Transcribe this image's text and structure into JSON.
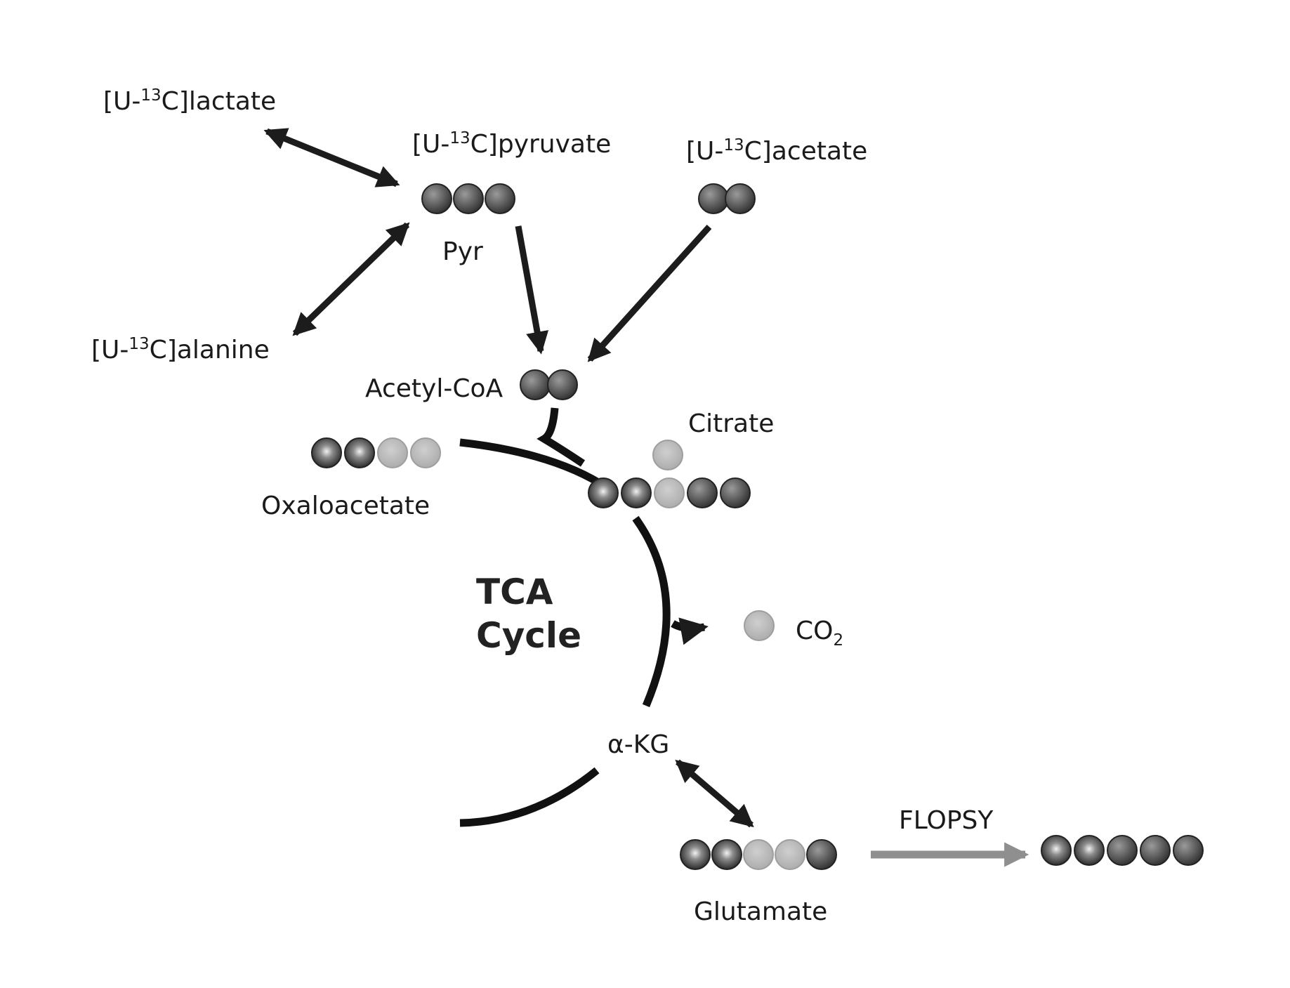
{
  "labels": {
    "lactate": {
      "prefix": "[U-",
      "sup": "13",
      "suffix": "C]lactate"
    },
    "pyruvate": {
      "prefix": "[U-",
      "sup": "13",
      "suffix": "C]pyruvate"
    },
    "acetate": {
      "prefix": "[U-",
      "sup": "13",
      "suffix": "C]acetate"
    },
    "alanine": {
      "prefix": "[U-",
      "sup": "13",
      "suffix": "C]alanine"
    },
    "pyr": "Pyr",
    "acetyl_coa": "Acetyl-CoA",
    "citrate": "Citrate",
    "oxaloacetate": "Oxaloacetate",
    "tca_line1": "TCA",
    "tca_line2": "Cycle",
    "co2_main": "CO",
    "co2_sub": "2",
    "akg": "α-KG",
    "flopsy": "FLOPSY",
    "glutamate": "Glutamate"
  },
  "colors": {
    "labeled_carbon": "#5e5e5e",
    "oaa_carbon": "#909090",
    "unlabeled_carbon": "#bdbdbd",
    "arrow": "#1c1c1c",
    "flopsy_arrow": "#8f8f8f"
  },
  "carbon_groups": {
    "pyruvate": [
      "labeled",
      "labeled",
      "labeled"
    ],
    "acetate": [
      "labeled",
      "labeled"
    ],
    "acetyl_coa": [
      "labeled",
      "labeled"
    ],
    "oxaloacetate": [
      "oaa",
      "oaa",
      "unlabeled",
      "unlabeled"
    ],
    "citrate_top": [
      "unlabeled"
    ],
    "citrate": [
      "oaa",
      "oaa",
      "unlabeled",
      "labeled",
      "labeled"
    ],
    "co2": [
      "unlabeled"
    ],
    "glutamate": [
      "oaa",
      "oaa",
      "unlabeled",
      "unlabeled",
      "labeled"
    ],
    "glutamate_flopsy": [
      "oaa",
      "oaa",
      "labeled",
      "labeled",
      "labeled"
    ]
  }
}
